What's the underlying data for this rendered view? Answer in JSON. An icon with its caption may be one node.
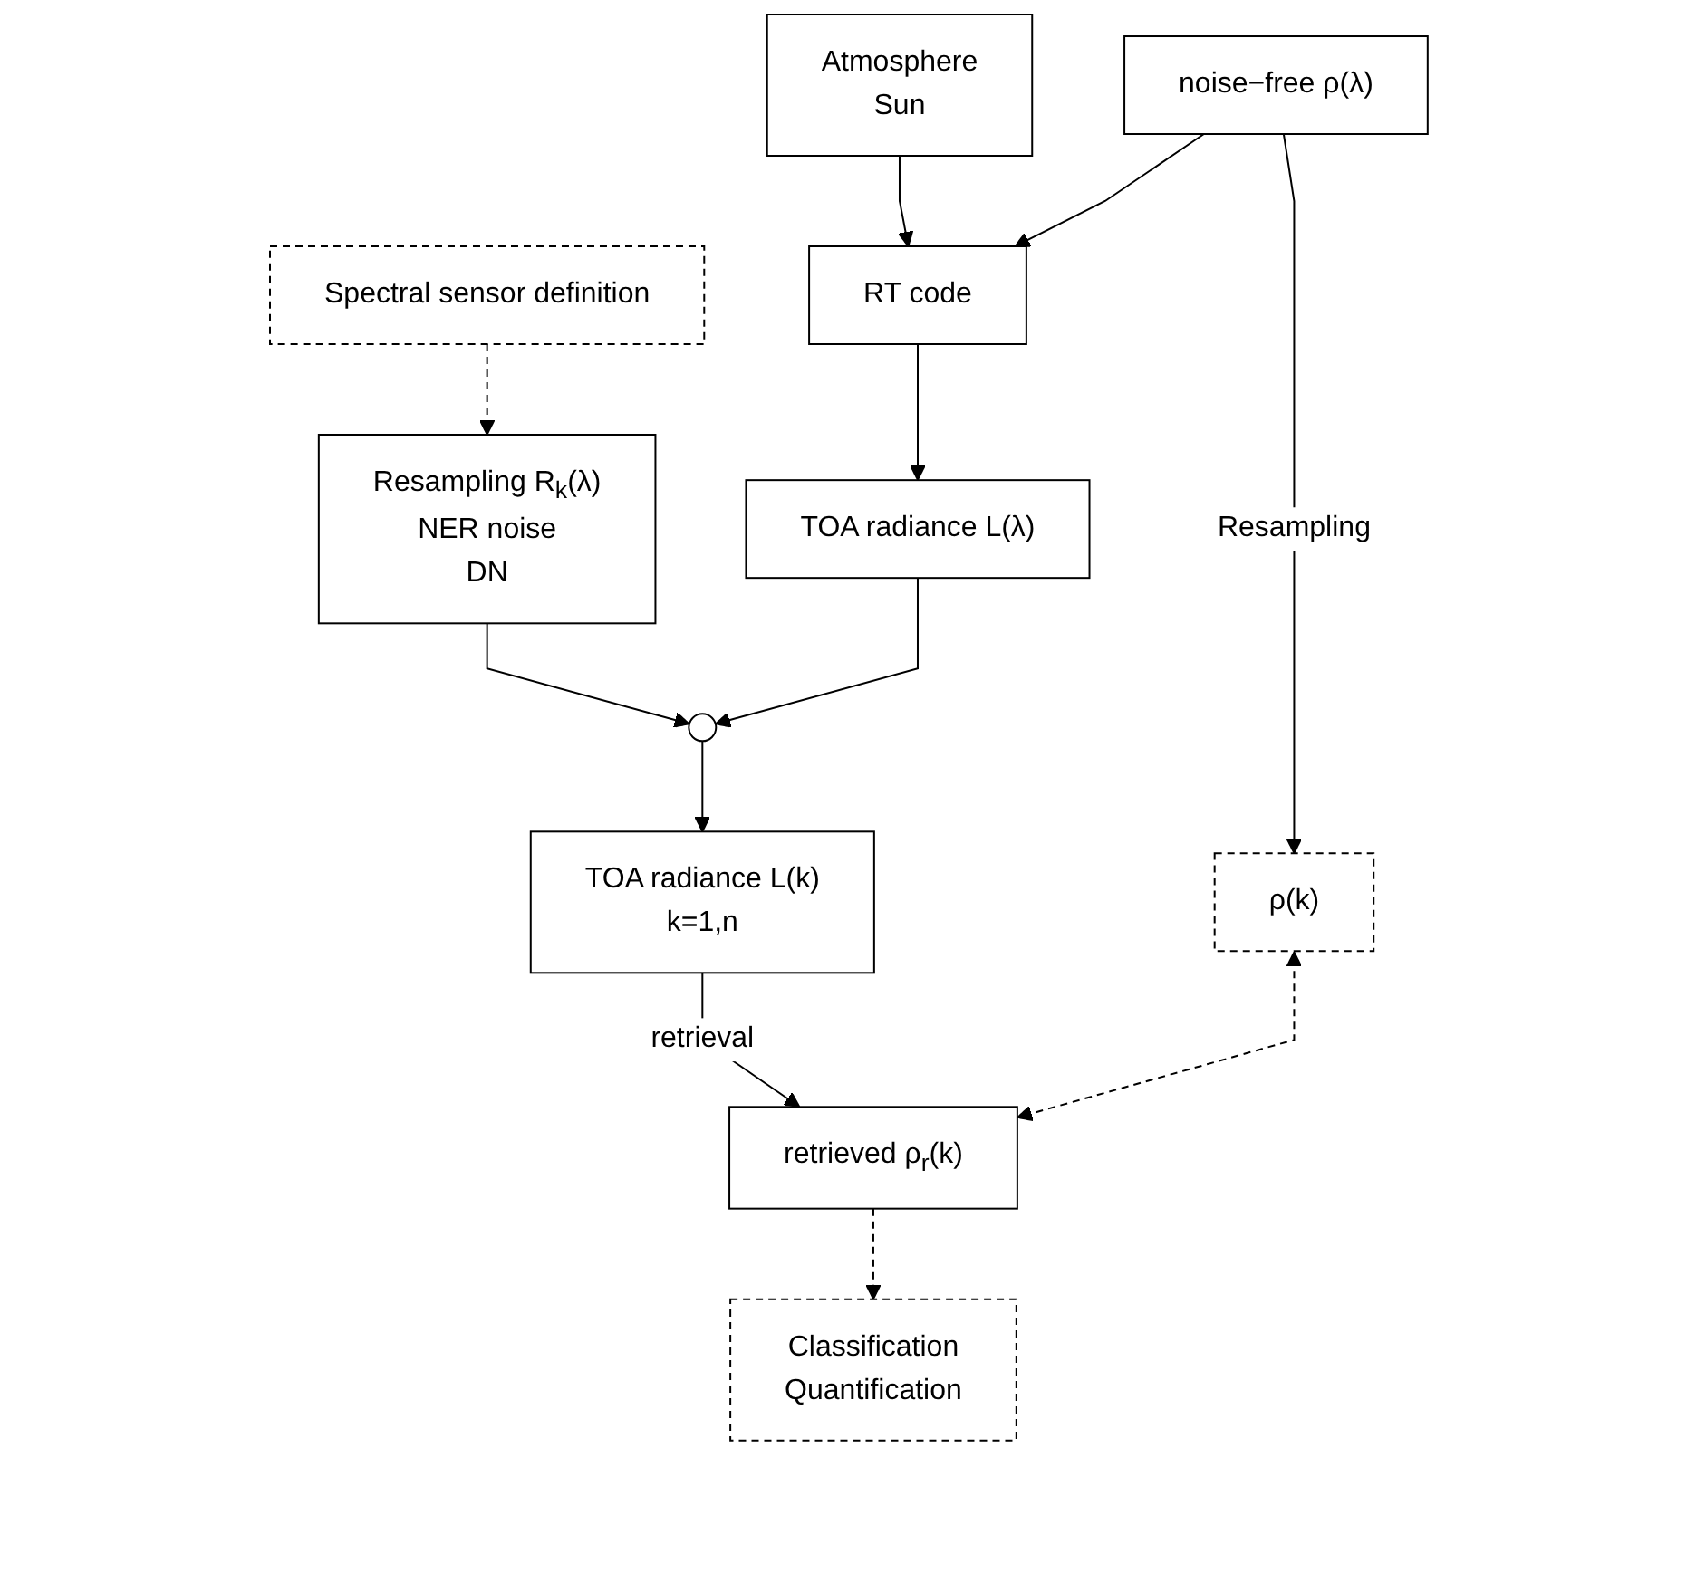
{
  "diagram": {
    "nodes": [
      {
        "text": [
          "Spectral sensor definition"
        ]
      },
      {
        "text": [
          "Resampling R$_{k}$(λ)",
          "NER noise",
          "DN"
        ]
      },
      {
        "text": [
          "TOA radiance L(λ)"
        ]
      },
      {
        "text": [],
        "shape": "circle"
      },
      {
        "text": [
          "TOA radiance L(k)",
          "k=1,n"
        ]
      },
      {
        "text": [
          "RT code"
        ]
      },
      {
        "text": [
          "Atmosphere",
          "Sun"
        ]
      },
      {
        "text": [
          "noise−free ρ(λ)"
        ]
      },
      {
        "text": [
          "ρ(k)"
        ]
      },
      {
        "text": [
          "retrieved ρ$_{r}$(k)"
        ]
      },
      {
        "text": [
          "Classification",
          "Quantification"
        ]
      }
    ],
    "edges": [
      {
        "from": 0,
        "to": 1,
        "arrow": "to",
        "style": "dashed"
      },
      {
        "from": 1,
        "to": 3,
        "arrow": "to"
      },
      {
        "from": 2,
        "to": 3,
        "arrow": "to"
      },
      {
        "from": 3,
        "to": 4,
        "arrow": "to"
      },
      {
        "from": 4,
        "to": 9,
        "arrow": "to",
        "label": "retrieval"
      },
      {
        "from": 6,
        "to": 5,
        "arrow": "to"
      },
      {
        "from": 5,
        "to": 2,
        "arrow": "to"
      },
      {
        "from": 7,
        "to": 5,
        "arrow": "to"
      },
      {
        "from": 7,
        "to": 8,
        "arrow": "to",
        "label": "Resampling"
      },
      {
        "from": 8,
        "to": 9,
        "arrow": "both",
        "style": "dashed"
      },
      {
        "from": 9,
        "to": 10,
        "arrow": "to",
        "style": "dashed"
      }
    ]
  }
}
